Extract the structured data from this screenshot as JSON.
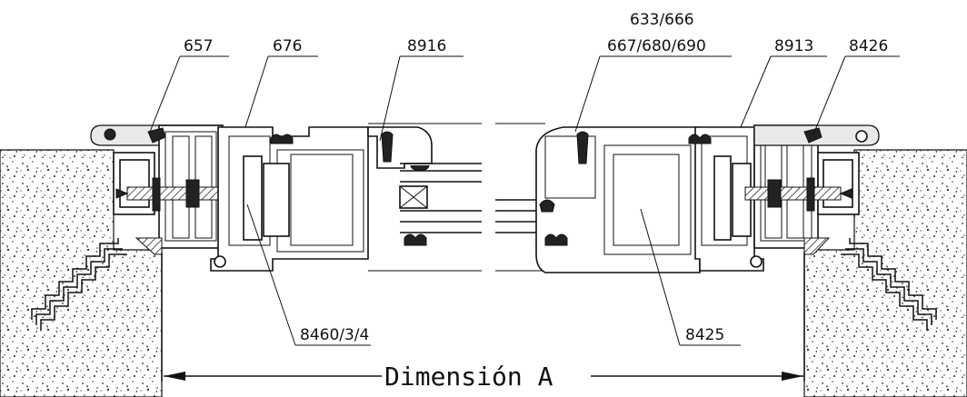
{
  "labels": {
    "p657": "657",
    "p676": "676",
    "p8916": "8916",
    "p633": "633/666",
    "p667": "667/680/690",
    "p8913": "8913",
    "p8426": "8426",
    "p8460": "8460/3/4",
    "p8425": "8425"
  },
  "dimension": {
    "label": "Dimensión A"
  },
  "colors": {
    "line": "#111111",
    "concrete": "#ffffff",
    "speckle": "#222222"
  }
}
